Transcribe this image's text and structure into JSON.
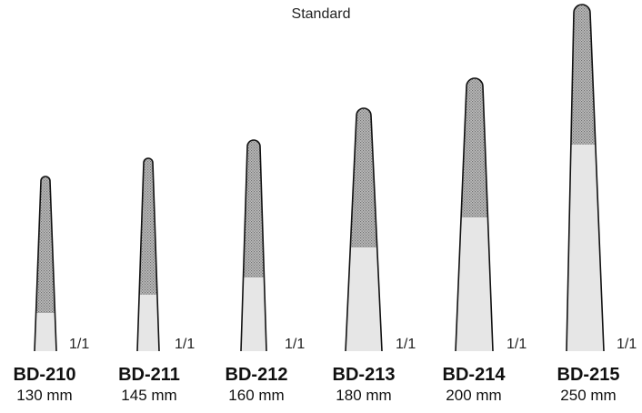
{
  "title": "Standard",
  "products": [
    {
      "code": "BD-210",
      "length": "130 mm",
      "scale": "1/1"
    },
    {
      "code": "BD-211",
      "length": "145 mm",
      "scale": "1/1"
    },
    {
      "code": "BD-212",
      "length": "160 mm",
      "scale": "1/1"
    },
    {
      "code": "BD-213",
      "length": "180 mm",
      "scale": "1/1"
    },
    {
      "code": "BD-214",
      "length": "200 mm",
      "scale": "1/1"
    },
    {
      "code": "BD-215",
      "length": "250 mm",
      "scale": "1/1"
    }
  ],
  "colors": {
    "outline": "#111111",
    "handle_fill": "#e6e6e6",
    "tip_fill": "#bdbdbd",
    "tip_texture": "#6f6f6f"
  }
}
